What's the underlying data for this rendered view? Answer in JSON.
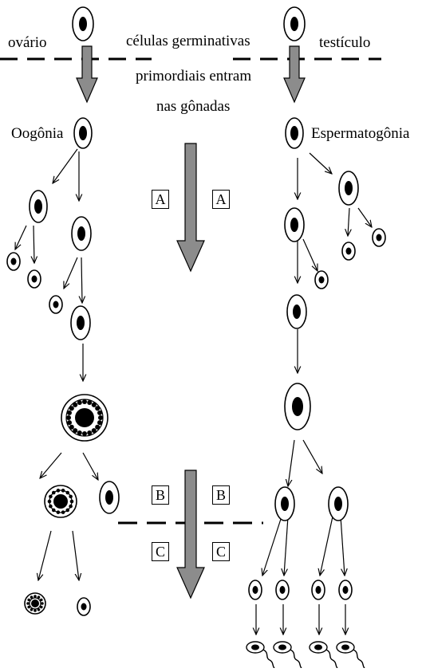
{
  "labels": {
    "ovary": "ovário",
    "testis": "testículo",
    "center_line1": "células germinativas",
    "center_line2": "primordiais entram",
    "center_line3": "nas gônadas",
    "oogonia": "Oogônia",
    "spermatogonia": "Espermatogônia"
  },
  "stage_markers": {
    "a_left": "A",
    "a_right": "A",
    "b_left": "B",
    "b_right": "B",
    "c_left": "C",
    "c_right": "C"
  },
  "colors": {
    "stroke": "#000000",
    "fill": "#ffffff",
    "big_arrow": "#8c8c8c",
    "nucleus": "#000000"
  }
}
